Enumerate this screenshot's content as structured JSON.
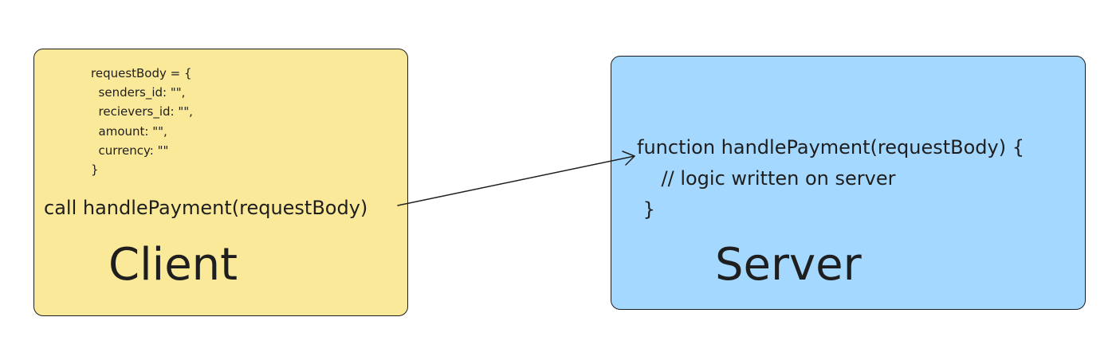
{
  "client": {
    "code_lines": [
      "requestBody = {",
      "  senders_id: \"\",",
      "  recievers_id: \"\",",
      "  amount: \"\",",
      "  currency: \"\"",
      "}"
    ],
    "call_text": "call handlePayment(requestBody)",
    "label": "Client",
    "fill_color": "#fbe99a"
  },
  "server": {
    "code_lines": [
      "function handlePayment(requestBody) {",
      "    // logic written on server",
      " }"
    ],
    "label": "Server",
    "fill_color": "#a5d8ff"
  },
  "stroke_color": "#1e1e1e"
}
